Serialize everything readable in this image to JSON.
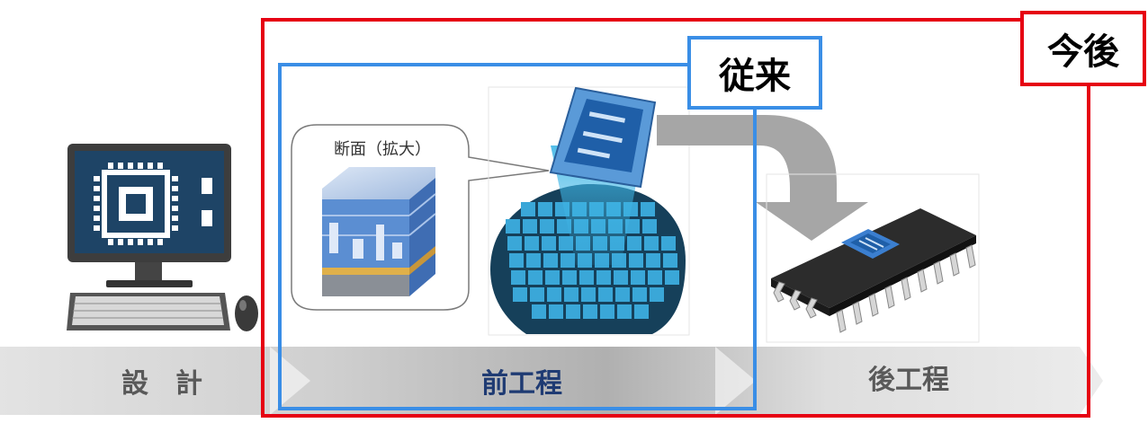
{
  "stages": [
    {
      "label": "設　計",
      "color": "#595959"
    },
    {
      "label": "前工程",
      "color": "#1f3b73"
    },
    {
      "label": "後工程",
      "color": "#595959"
    }
  ],
  "frames": {
    "current": {
      "label": "従来",
      "color": "#3a8ee6"
    },
    "future": {
      "label": "今後",
      "color": "#e60012"
    }
  },
  "callout": {
    "label": "断面（拡大）"
  },
  "colors": {
    "arrow_band": "#d9d9d9",
    "arrow_band_mid": "#b3b3b3",
    "flow_arrow": "#a6a6a6",
    "wafer": "#1b4f6b",
    "chip_blue": "#2f7fd1"
  }
}
